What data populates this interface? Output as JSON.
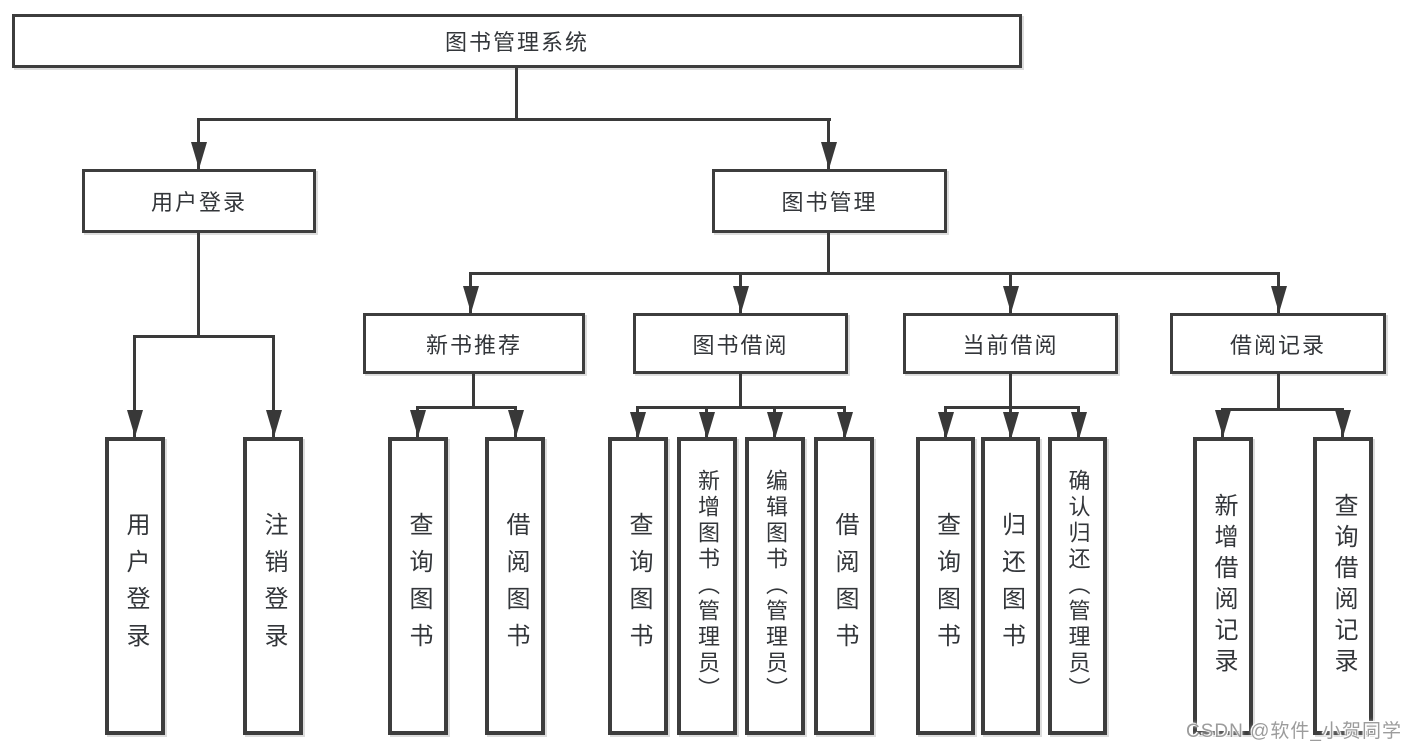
{
  "diagram_title": "图书管理系统",
  "tree": {
    "root": {
      "label": "图书管理系统",
      "children": [
        {
          "label": "用户登录",
          "children": [
            {
              "label": "用户登录"
            },
            {
              "label": "注销登录"
            }
          ]
        },
        {
          "label": "图书管理",
          "children": [
            {
              "label": "新书推荐",
              "children": [
                {
                  "label": "查询图书"
                },
                {
                  "label": "借阅图书"
                }
              ]
            },
            {
              "label": "图书借阅",
              "children": [
                {
                  "label": "查询图书"
                },
                {
                  "label": "新增图书（管理员）"
                },
                {
                  "label": "编辑图书（管理员）"
                },
                {
                  "label": "借阅图书"
                }
              ]
            },
            {
              "label": "当前借阅",
              "children": [
                {
                  "label": "查询图书"
                },
                {
                  "label": "归还图书"
                },
                {
                  "label": "确认归还（管理员）"
                }
              ]
            },
            {
              "label": "借阅记录",
              "children": [
                {
                  "label": "新增借阅记录"
                },
                {
                  "label": "查询借阅记录"
                }
              ]
            }
          ]
        }
      ]
    }
  },
  "watermark": {
    "text": "CSDN @软件_小贺同学"
  },
  "colors": {
    "line": "#3a3a3a",
    "box_border": "#3d3d3d",
    "text": "#33363a",
    "watermark": "#9c9c9c"
  }
}
